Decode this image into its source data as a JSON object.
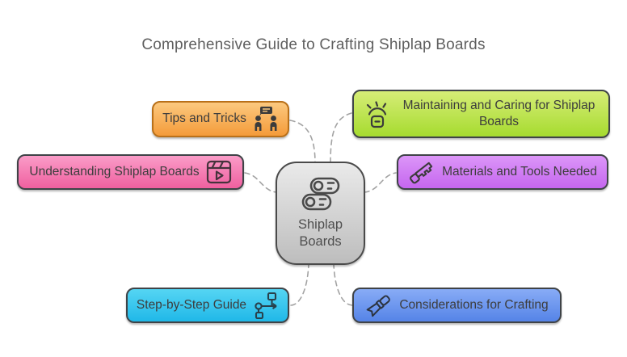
{
  "title": "Comprehensive Guide to Crafting Shiplap Boards",
  "center_node": {
    "label": "Shiplap Boards",
    "icon": "logs-icon",
    "fill_top": "#eaeaea",
    "fill_bottom": "#bdbdbd",
    "border_color": "#4a4a4a",
    "text_color": "#4f4f4f"
  },
  "branches": [
    {
      "label": "Tips and Tricks",
      "icon": "discussion-icon",
      "icon_side": "right",
      "fill_top": "#fcc97f",
      "fill_bottom": "#f49b3a",
      "border_color": "#b97019"
    },
    {
      "label": "Maintaining and Caring for Shiplap Boards",
      "icon": "shine-icon",
      "icon_side": "left",
      "fill_top": "#d6ed77",
      "fill_bottom": "#a6db2f",
      "border_color": "#3f4347"
    },
    {
      "label": "Understanding Shiplap Boards",
      "icon": "video-player-icon",
      "icon_side": "right",
      "fill_top": "#fa9cc8",
      "fill_bottom": "#f0609f",
      "border_color": "#3f4347"
    },
    {
      "label": "Materials and Tools Needed",
      "icon": "saw-icon",
      "icon_side": "left",
      "fill_top": "#dc96f8",
      "fill_bottom": "#c566ef",
      "border_color": "#3f4347"
    },
    {
      "label": "Step-by-Step Guide",
      "icon": "flowchart-icon",
      "icon_side": "right",
      "fill_top": "#55d5f3",
      "fill_bottom": "#20b8e8",
      "border_color": "#3f4347"
    },
    {
      "label": "Considerations for Crafting",
      "icon": "chisel-icon",
      "icon_side": "left",
      "fill_top": "#88acf6",
      "fill_bottom": "#5584e7",
      "border_color": "#3f4347"
    }
  ],
  "connector": {
    "color": "#a3a3a3",
    "style": "dashed"
  },
  "text_color": "#3d3d3d",
  "title_color": "#5f5f5f"
}
